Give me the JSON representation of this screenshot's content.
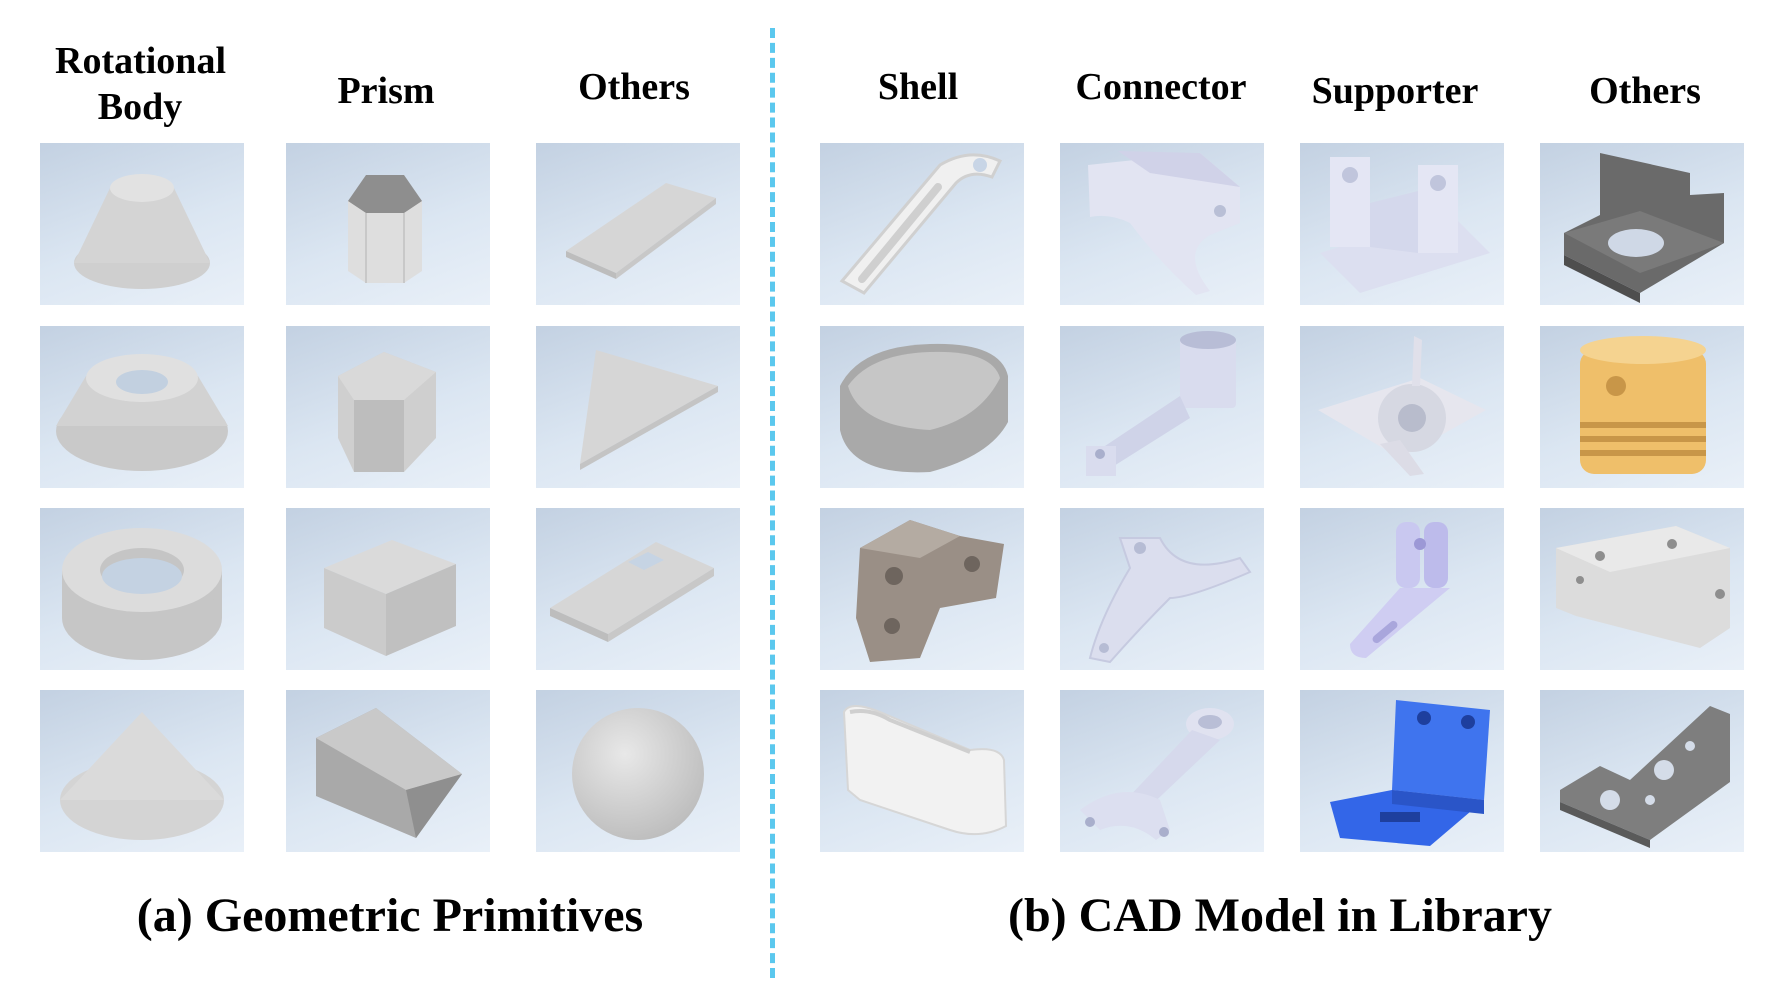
{
  "left_panel": {
    "headers": [
      "Rotational Body",
      "Prism",
      "Others"
    ],
    "caption": "(a) Geometric Primitives"
  },
  "right_panel": {
    "headers": [
      "Shell",
      "Connector",
      "Supporter",
      "Others"
    ],
    "caption": "(b) CAD Model in Library"
  },
  "colors": {
    "divider": "#5bc8ee",
    "tile_background": "#d4dfec",
    "shape_grey": "#d9d9d9",
    "accent_orange": "#f0c070",
    "accent_blue": "#3a6ef0"
  },
  "tiles": {
    "left": [
      [
        "frustum-cone",
        "hexagonal-prism",
        "rectangular-plate"
      ],
      [
        "truncated-cone-with-hole",
        "pentagonal-prism",
        "triangular-plate"
      ],
      [
        "ring-washer",
        "cube",
        "plate-with-square-hole"
      ],
      [
        "cone",
        "triangular-prism",
        "sphere"
      ]
    ],
    "right": [
      [
        "slotted-lever",
        "bracket-connector",
        "pillow-block-supporter",
        "stepped-block-with-hole"
      ],
      [
        "oval-shell",
        "arm-connector",
        "spider-supporter",
        "piston"
      ],
      [
        "faceted-housing",
        "wishbone-connector",
        "clevis-supporter",
        "drilled-block"
      ],
      [
        "bracket-shell",
        "connecting-rod",
        "blue-angle-bracket",
        "mounting-plate"
      ]
    ]
  }
}
